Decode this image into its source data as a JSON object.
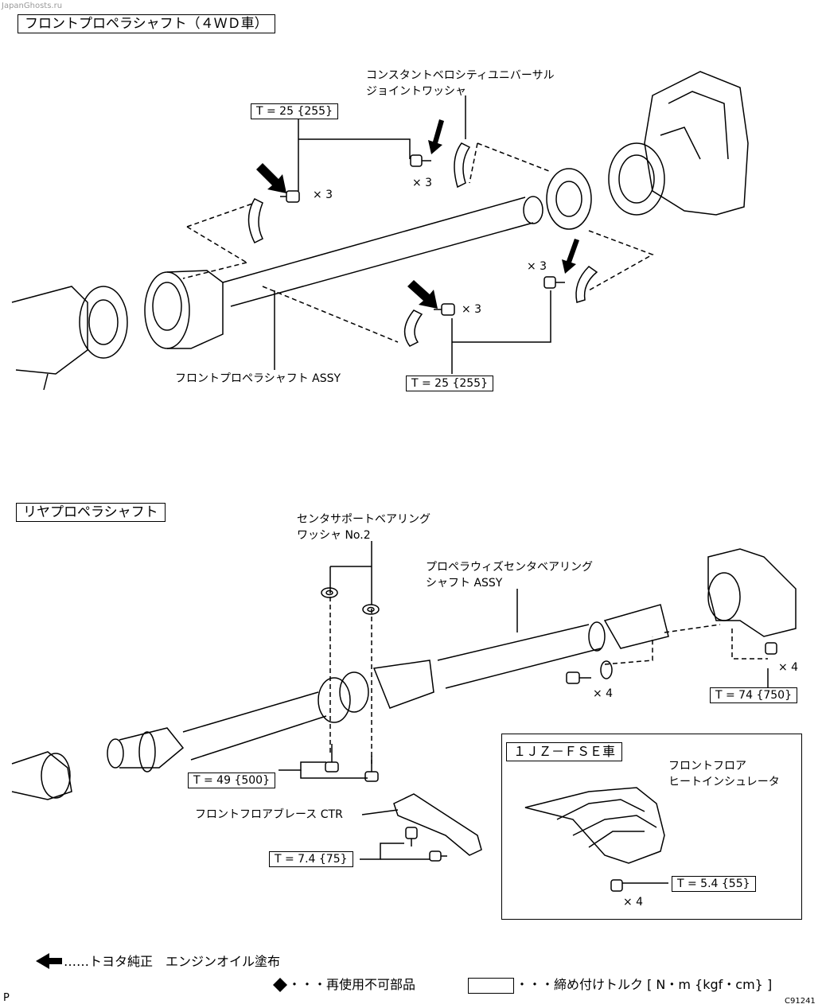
{
  "watermark": "JapanGhosts.ru",
  "section_front": {
    "title": "フロントプロペラシャフト（４ＷＤ車）",
    "washer_label_1": "コンスタントベロシティユニバーサル",
    "washer_label_2": "ジョイントワッシャ",
    "torque_top": "T = 25 {255}",
    "torque_bottom": "T = 25 {255}",
    "qty": "× 3",
    "shaft_label": "フロントプロペラシャフト ASSY"
  },
  "section_rear": {
    "title": "リヤプロペラシャフト",
    "center_washer_1": "センタサポートベアリング",
    "center_washer_2": "ワッシャ No.2",
    "bearing_shaft_1": "プロペラウィズセンタベアリング",
    "bearing_shaft_2": "シャフト ASSY",
    "qty4": "× 4",
    "torque_74": "T = 74 {750}",
    "torque_49": "T = 49 {500}",
    "brace_label": "フロントフロアブレース CTR",
    "torque_74b": "T = 7.4 {75}"
  },
  "inset": {
    "title": "１ＪＺ－ＦＳＥ車",
    "insulator_1": "フロントフロア",
    "insulator_2": "ヒートインシュレータ",
    "torque": "T = 5.4 {55}",
    "qty": "× 4"
  },
  "legend": {
    "oil": "……トヨタ純正　エンジンオイル塗布",
    "non_reusable": "・・・再使用不可部品",
    "torque_box": "・・・締め付けトルク [ N・m {kgf・cm} ]"
  },
  "corner_left": "P",
  "corner_right": "C91241"
}
